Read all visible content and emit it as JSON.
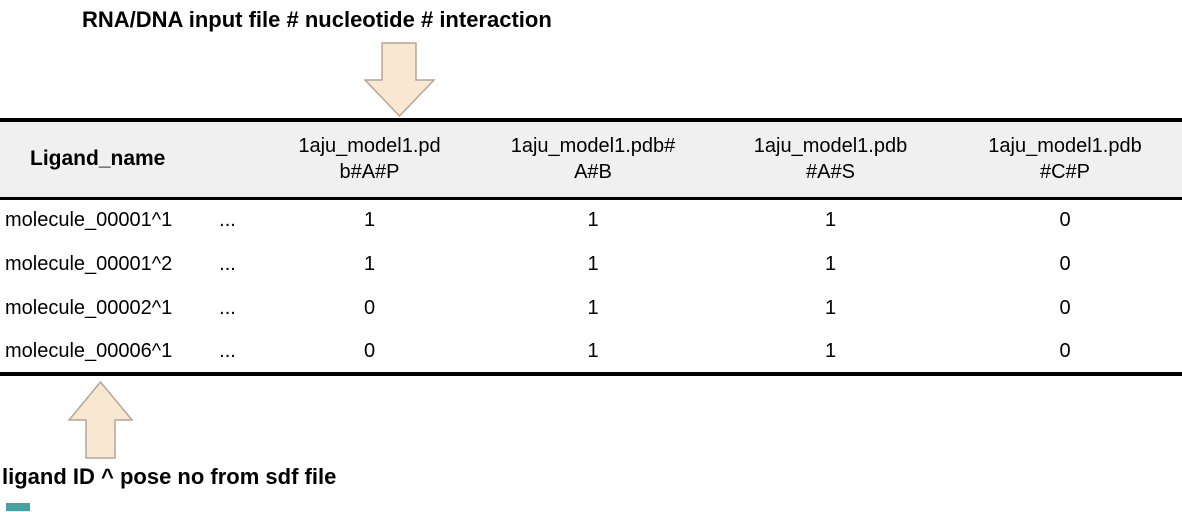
{
  "annotations": {
    "top_label": "RNA/DNA input file # nucleotide # interaction",
    "bottom_label": "ligand ID ^ pose no from sdf file"
  },
  "table": {
    "ligand_header": "Ligand_name",
    "dots_header": "",
    "columns": [
      {
        "line1": "1aju_model1.pd",
        "line2": "b#A#P"
      },
      {
        "line1": "1aju_model1.pdb#",
        "line2": "A#B"
      },
      {
        "line1": "1aju_model1.pdb",
        "line2": "#A#S"
      },
      {
        "line1": "1aju_model1.pdb",
        "line2": "#C#P"
      }
    ],
    "rows": [
      {
        "name": "molecule_00001^1",
        "dots": "...",
        "values": [
          "1",
          "1",
          "1",
          "0"
        ]
      },
      {
        "name": "molecule_00001^2",
        "dots": "...",
        "values": [
          "1",
          "1",
          "1",
          "0"
        ]
      },
      {
        "name": "molecule_00002^1",
        "dots": "...",
        "values": [
          "0",
          "1",
          "1",
          "0"
        ]
      },
      {
        "name": "molecule_00006^1",
        "dots": "...",
        "values": [
          "0",
          "1",
          "1",
          "0"
        ]
      }
    ]
  },
  "colors": {
    "arrow_fill": "#f8e8d2",
    "arrow_stroke": "#b3a698",
    "header_bg": "#f0f0f0",
    "table_border": "#000000",
    "corner_artifact": "#47a1a1"
  }
}
